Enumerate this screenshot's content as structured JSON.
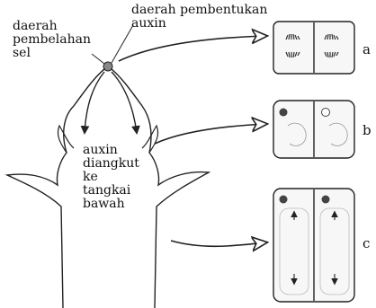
{
  "labels": {
    "cell_division_zone": [
      "daerah",
      "pembelahan",
      "sel"
    ],
    "auxin_formation_zone": [
      "daerah pembentukan",
      "auxin"
    ],
    "auxin_transport": [
      "auxin",
      "diangkut",
      "ke",
      "tangkai",
      "bawah"
    ]
  },
  "panels": [
    {
      "letter": "a",
      "stage": "dividing"
    },
    {
      "letter": "b",
      "stage": "young"
    },
    {
      "letter": "c",
      "stage": "elongated"
    }
  ],
  "colors": {
    "stroke": "#222222",
    "cell_fill": "#f7f7f7",
    "nucleus": "#444444",
    "chromosome": "#333333"
  }
}
